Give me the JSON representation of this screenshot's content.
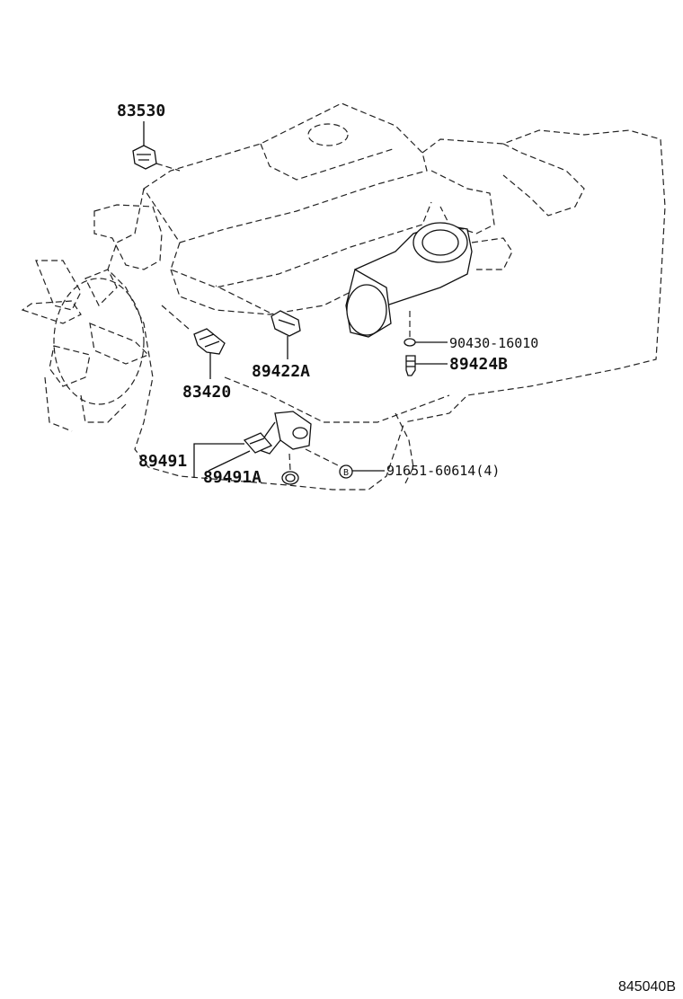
{
  "labels": {
    "p83530": "83530",
    "p83420": "83420",
    "p89422A": "89422A",
    "p90430": "90430-16010",
    "p89424B": "89424B",
    "p89491": "89491",
    "p89491A": "89491A",
    "p91651": "91651-60614(4)",
    "circle_b": "B"
  },
  "footer": {
    "code": "845040B"
  },
  "colors": {
    "ink": "#111111",
    "background": "#ffffff"
  }
}
